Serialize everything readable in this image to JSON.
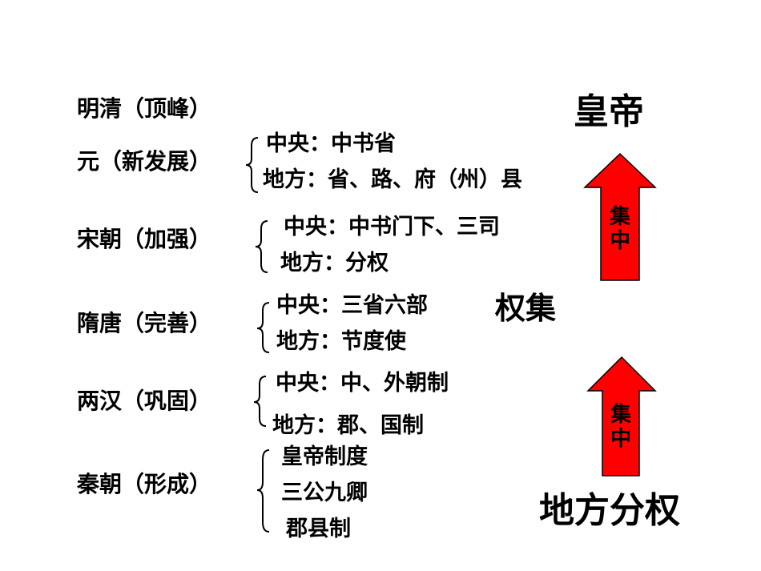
{
  "dynasties": {
    "mingqing": "明清（顶峰）",
    "yuan": "元（新发展）",
    "song": "宋朝（加强）",
    "suitang": "隋唐（完善）",
    "lianghan": "两汉（巩固）",
    "qin": "秦朝（形成）"
  },
  "details": {
    "yuan_central": "中央：中书省",
    "yuan_local": "地方：省、路、府（州）县",
    "song_central": "中央：中书门下、三司",
    "song_local": "地方：分权",
    "suitang_central": "中央：三省六部",
    "suitang_local": "地方：节度使",
    "lianghan_central": "中央：中、外朝制",
    "lianghan_local": "地方：郡、国制",
    "qin_1": "皇帝制度",
    "qin_2": "三公九卿",
    "qin_3": "郡县制"
  },
  "right": {
    "top": "皇帝",
    "middle": "权集",
    "bottom": "地方分权",
    "arrow_top_label": "集中",
    "arrow_bottom_label": "集中"
  },
  "colors": {
    "arrow_fill": "#ff0000",
    "arrow_stroke": "#000000"
  }
}
